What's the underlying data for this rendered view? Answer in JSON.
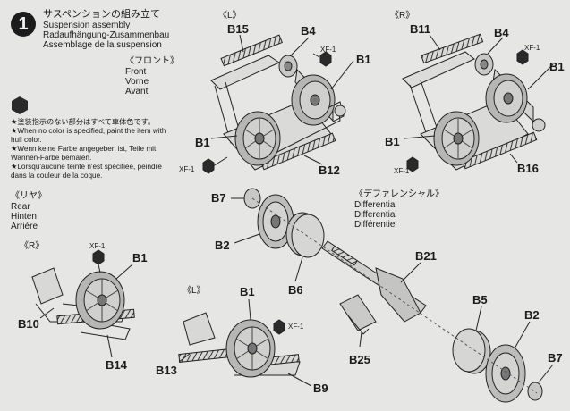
{
  "step": {
    "number": "1",
    "title_jp": "サスペンションの組み立て",
    "title_en": "Suspension assembly",
    "title_de": "Radaufhängung-Zusammenbau",
    "title_fr": "Assemblage de la suspension"
  },
  "front": {
    "jp": "《フロント》",
    "en": "Front",
    "de": "Vorne",
    "fr": "Avant"
  },
  "paint_note": {
    "jp": "★塗装指示のない部分はすべて車体色です。",
    "en1": "★When no color is specified, paint the item with",
    "en2": "hull color.",
    "de1": "★Wenn keine Farbe angegeben ist, Teile mit",
    "de2": "Wannen-Farbe bemalen.",
    "fr1": "★Lorsqu'aucune teinte n'est spécifiée, peindre",
    "fr2": "dans la couleur de la coque."
  },
  "rear": {
    "jp": "《リヤ》",
    "en": "Rear",
    "de": "Hinten",
    "fr": "Arrière"
  },
  "differential": {
    "jp": "《デファレンシャル》",
    "en": "Differential",
    "de": "Differential",
    "fr": "Différentiel"
  },
  "side_markers": {
    "left": "《L》",
    "right": "《R》"
  },
  "color_code": "XF-1",
  "parts": {
    "b1": "B1",
    "b2": "B2",
    "b4": "B4",
    "b5": "B5",
    "b6": "B6",
    "b7": "B7",
    "b9": "B9",
    "b10": "B10",
    "b11": "B11",
    "b12": "B12",
    "b13": "B13",
    "b14": "B14",
    "b15": "B15",
    "b16": "B16",
    "b21": "B21",
    "b25": "B25"
  },
  "colors": {
    "paper": "#e6e6e4",
    "ink": "#1a1a1a",
    "paint_hex": "#2a2a2a"
  }
}
